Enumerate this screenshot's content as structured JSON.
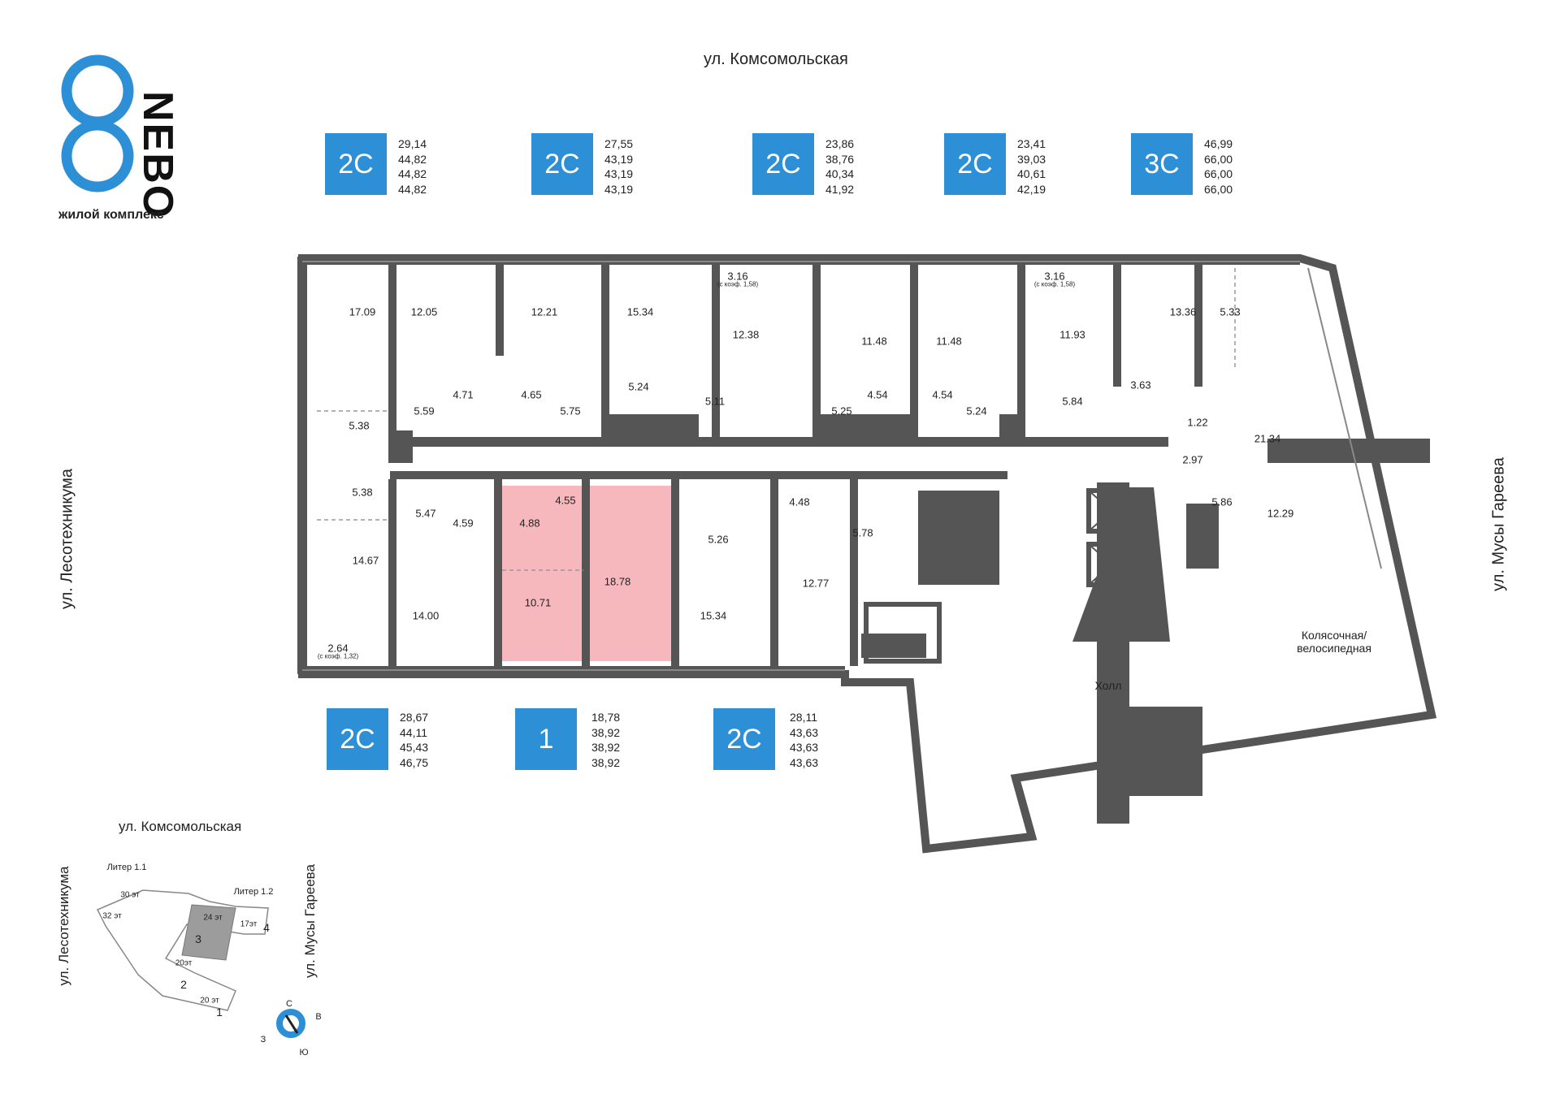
{
  "logo": {
    "numeral": "8",
    "name": "NEBO",
    "subtitle": "жилой комплекс",
    "color": "#2d8fd5"
  },
  "streets": {
    "top": "ул. Комсомольская",
    "left": "ул. Лесотехникума",
    "right": "ул. Мусы Гареева"
  },
  "apartments_top": [
    {
      "type": "2С",
      "areas": [
        "29,14",
        "44,82",
        "44,82",
        "44,82"
      ]
    },
    {
      "type": "2С",
      "areas": [
        "27,55",
        "43,19",
        "43,19",
        "43,19"
      ]
    },
    {
      "type": "2С",
      "areas": [
        "23,86",
        "38,76",
        "40,34",
        "41,92"
      ]
    },
    {
      "type": "2С",
      "areas": [
        "23,41",
        "39,03",
        "40,61",
        "42,19"
      ]
    },
    {
      "type": "3С",
      "areas": [
        "46,99",
        "66,00",
        "66,00",
        "66,00"
      ]
    }
  ],
  "apartments_bottom": [
    {
      "type": "2С",
      "areas": [
        "28,67",
        "44,11",
        "45,43",
        "46,75"
      ]
    },
    {
      "type": "1",
      "areas": [
        "18,78",
        "38,92",
        "38,92",
        "38,92"
      ]
    },
    {
      "type": "2С",
      "areas": [
        "28,11",
        "43,63",
        "43,63",
        "43,63"
      ]
    }
  ],
  "rooms": {
    "r1709": "17.09",
    "r1205": "12.05",
    "r1221": "12.21",
    "r1534a": "15.34",
    "r316a": "3.16",
    "r316a_note": "(с коэф. 1,58)",
    "r1238": "12.38",
    "r1148a": "11.48",
    "r1148b": "11.48",
    "r316b": "3.16",
    "r316b_note": "(с коэф. 1,58)",
    "r1193": "11.93",
    "r1336": "13.36",
    "r533": "5.33",
    "r471": "4.71",
    "r465": "4.65",
    "r559": "5.59",
    "r575": "5.75",
    "r524a": "5.24",
    "r511": "5.11",
    "r525": "5.25",
    "r454a": "4.54",
    "r454b": "4.54",
    "r524b": "5.24",
    "r584": "5.84",
    "r363": "3.63",
    "r122": "1.22",
    "r2134": "21.34",
    "r538a": "5.38",
    "r538b": "5.38",
    "r547": "5.47",
    "r459": "4.59",
    "r455": "4.55",
    "r488": "4.88",
    "r448": "4.48",
    "r578": "5.78",
    "r297": "2.97",
    "r586": "5.86",
    "r1229": "12.29",
    "r1467": "14.67",
    "r1400": "14.00",
    "r1071": "10.71",
    "r1878": "18.78",
    "r526": "5.26",
    "r1534b": "15.34",
    "r1277": "12.77",
    "r264": "2.64",
    "r264_note": "(с коэф. 1,32)",
    "stroller": "Колясочная/\nвелосипедная",
    "hall": "Холл"
  },
  "minimap": {
    "street_top": "ул. Комсомольская",
    "street_left": "ул. Лесотехникума",
    "street_right": "ул. Мусы Гареева",
    "litera_11": "Литер 1.1",
    "litera_12": "Литер 1.2",
    "floors_30": "30 эт",
    "floors_32": "32 эт",
    "floors_24": "24 эт",
    "floors_17": "17эт",
    "floors_20a": "20эт",
    "floors_20b": "20 эт",
    "sec1": "1",
    "sec2": "2",
    "sec3": "3",
    "sec4": "4",
    "compass": {
      "n": "С",
      "s": "Ю",
      "w": "З",
      "e": "В"
    }
  },
  "colors": {
    "accent": "#2d8fd5",
    "wall": "#555555",
    "highlight": "#f6b7bd",
    "current_section": "#9c9c9c"
  }
}
